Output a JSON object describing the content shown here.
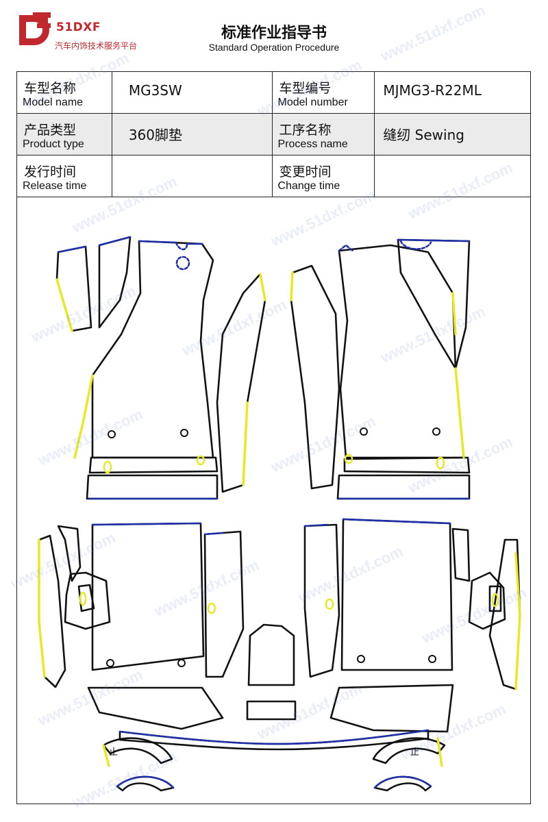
{
  "brand": {
    "name": "51DXF",
    "subtitle": "汽车内饰技术服务平台"
  },
  "title": {
    "cn": "标准作业指导书",
    "en": "Standard Operation Procedure"
  },
  "info": {
    "model_name_cn": "车型名称",
    "model_name_en": "Model name",
    "model_name_value": "MG3SW",
    "model_number_cn": "车型编号",
    "model_number_en": "Model number",
    "model_number_value": "MJMG3-R22ML",
    "product_type_cn": "产品类型",
    "product_type_en": "Product type",
    "product_type_value": "360脚垫",
    "process_name_cn": "工序名称",
    "process_name_en": "Process name",
    "process_name_value": "缝纫 Sewing",
    "release_time_cn": "发行时间",
    "release_time_en": "Release time",
    "release_time_value": "",
    "change_time_cn": "变更时间",
    "change_time_en": "Change time",
    "change_time_value": ""
  },
  "diagram": {
    "mark_left": "止",
    "mark_right": "止"
  },
  "watermark": {
    "text": "www.51dxf.com"
  },
  "colors": {
    "brand_red": "#c0282e",
    "outline": "#111111",
    "edge_blue": "#1f2fa8",
    "edge_yellow": "#e8e820"
  }
}
